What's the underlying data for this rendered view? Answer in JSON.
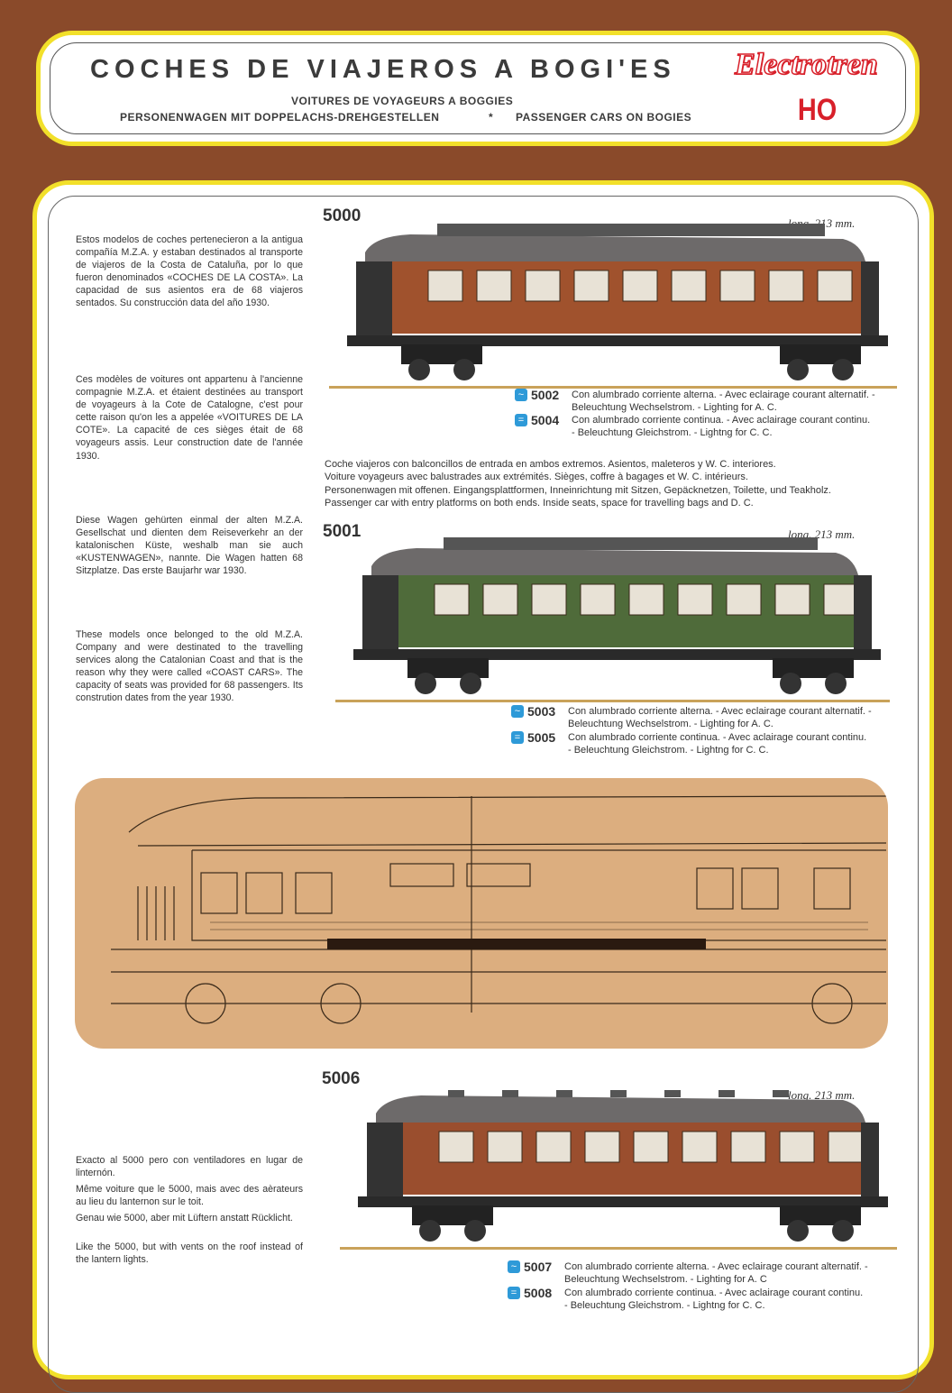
{
  "header": {
    "title": "COCHES DE VIAJEROS A BOGI'ES",
    "sub_fr": "VOITURES DE VOYAGEURS A BOGGIES",
    "sub_de": "PERSONENWAGEN MIT DOPPELACHS-DREHGESTELLEN",
    "separator": "*",
    "sub_en": "PASSENGER CARS ON BOGIES",
    "brand": "Electrotren",
    "scale": "HO"
  },
  "intro": {
    "es": "Estos modelos de coches pertenecieron a la antigua compañía M.Z.A. y estaban destinados al transporte de viajeros de la Costa de Cataluña, por lo que fueron denominados «COCHES DE LA COSTA». La capacidad de sus asientos era de 68 viajeros sentados. Su construcción data del año 1930.",
    "fr": "Ces modèles de voitures ont appartenu à l'ancienne compagnie M.Z.A. et étaient destinées au transport de voyageurs à la Cote de Catalogne, c'est pour cette raison qu'on les a appelée «VOITURES DE LA COTE». La capacité de ces sièges était de 68 voyageurs assis. Leur construction date de l'année 1930.",
    "de": "Diese Wagen gehürten einmal der alten M.Z.A. Gesellschat und dienten dem Reiseverkehr an der katalonischen Küste, weshalb man sie auch «KUSTENWAGEN», nannte. Die Wagen hatten 68 Sitzplatze. Das erste Baujarhr war 1930.",
    "en": "These models once belonged to the old M.Z.A. Company and were destinated to the travelling services along the Catalonian Coast and that is the reason why they were called «COAST CARS». The capacity of seats was provided for 68 passengers. Its constrution dates from the year 1930."
  },
  "products": [
    {
      "code": "5000",
      "length": "long. 213 mm.",
      "color": "#a0522d",
      "variants": [
        {
          "icon": "ac-icon",
          "code": "5002",
          "text": "Con alumbrado corriente alterna. - Avec eclairage courant alternatif. - Beleuchtung Wechselstrom. - Lighting for A. C."
        },
        {
          "icon": "dc-icon",
          "code": "5004",
          "text": "Con alumbrado corriente continua. - Avec aclairage courant continu. - Beleuchtung Gleichstrom. - Lightng for C. C."
        }
      ]
    },
    {
      "code": "5001",
      "length": "long. 213 mm.",
      "color": "#4f6b3a",
      "variants": [
        {
          "icon": "ac-icon",
          "code": "5003",
          "text": "Con alumbrado corriente alterna. - Avec eclairage courant alternatif. - Beleuchtung Wechselstrom. - Lighting for A. C."
        },
        {
          "icon": "dc-icon",
          "code": "5005",
          "text": "Con alumbrado corriente continua. - Avec aclairage courant continu. - Beleuchtung Gleichstrom. - Lightng for C. C."
        }
      ]
    },
    {
      "code": "5006",
      "length": "long. 213 mm.",
      "color": "#9a4e2e",
      "variants": [
        {
          "icon": "ac-icon",
          "code": "5007",
          "text": "Con alumbrado corriente alterna. - Avec eclairage courant alternatif. - Beleuchtung Wechselstrom. - Lighting for A. C"
        },
        {
          "icon": "dc-icon",
          "code": "5008",
          "text": "Con alumbrado corriente continua. - Avec aclairage courant continu. - Beleuchtung Gleichstrom. - Lightng for C. C."
        }
      ]
    }
  ],
  "description": [
    "Coche viajeros con balconcillos de entrada en ambos extremos. Asientos, maleteros y W. C. interiores.",
    "Voiture voyageurs avec balustrades aux extrémités. Sièges, coffre à bagages et W. C. intérieurs.",
    "Personenwagen mit offenen. Eingangsplattformen, Inneinrichtung mit Sitzen, Gepäcknetzen, Toilette, und Teakholz.",
    "Passenger car with entry platforms on both ends. Inside seats, space for travelling bags and D. C."
  ],
  "variant_5006": {
    "es": "Exacto al 5000 pero con ventiladores en lugar de linternón.",
    "fr": "Même voiture que le 5000, mais avec des aèrateurs au lieu du lanternon sur le toit.",
    "de": "Genau wie 5000, aber mit Lüftern anstatt Rücklicht.",
    "en": "Like the 5000, but with vents on the roof instead of the lantern lights."
  }
}
